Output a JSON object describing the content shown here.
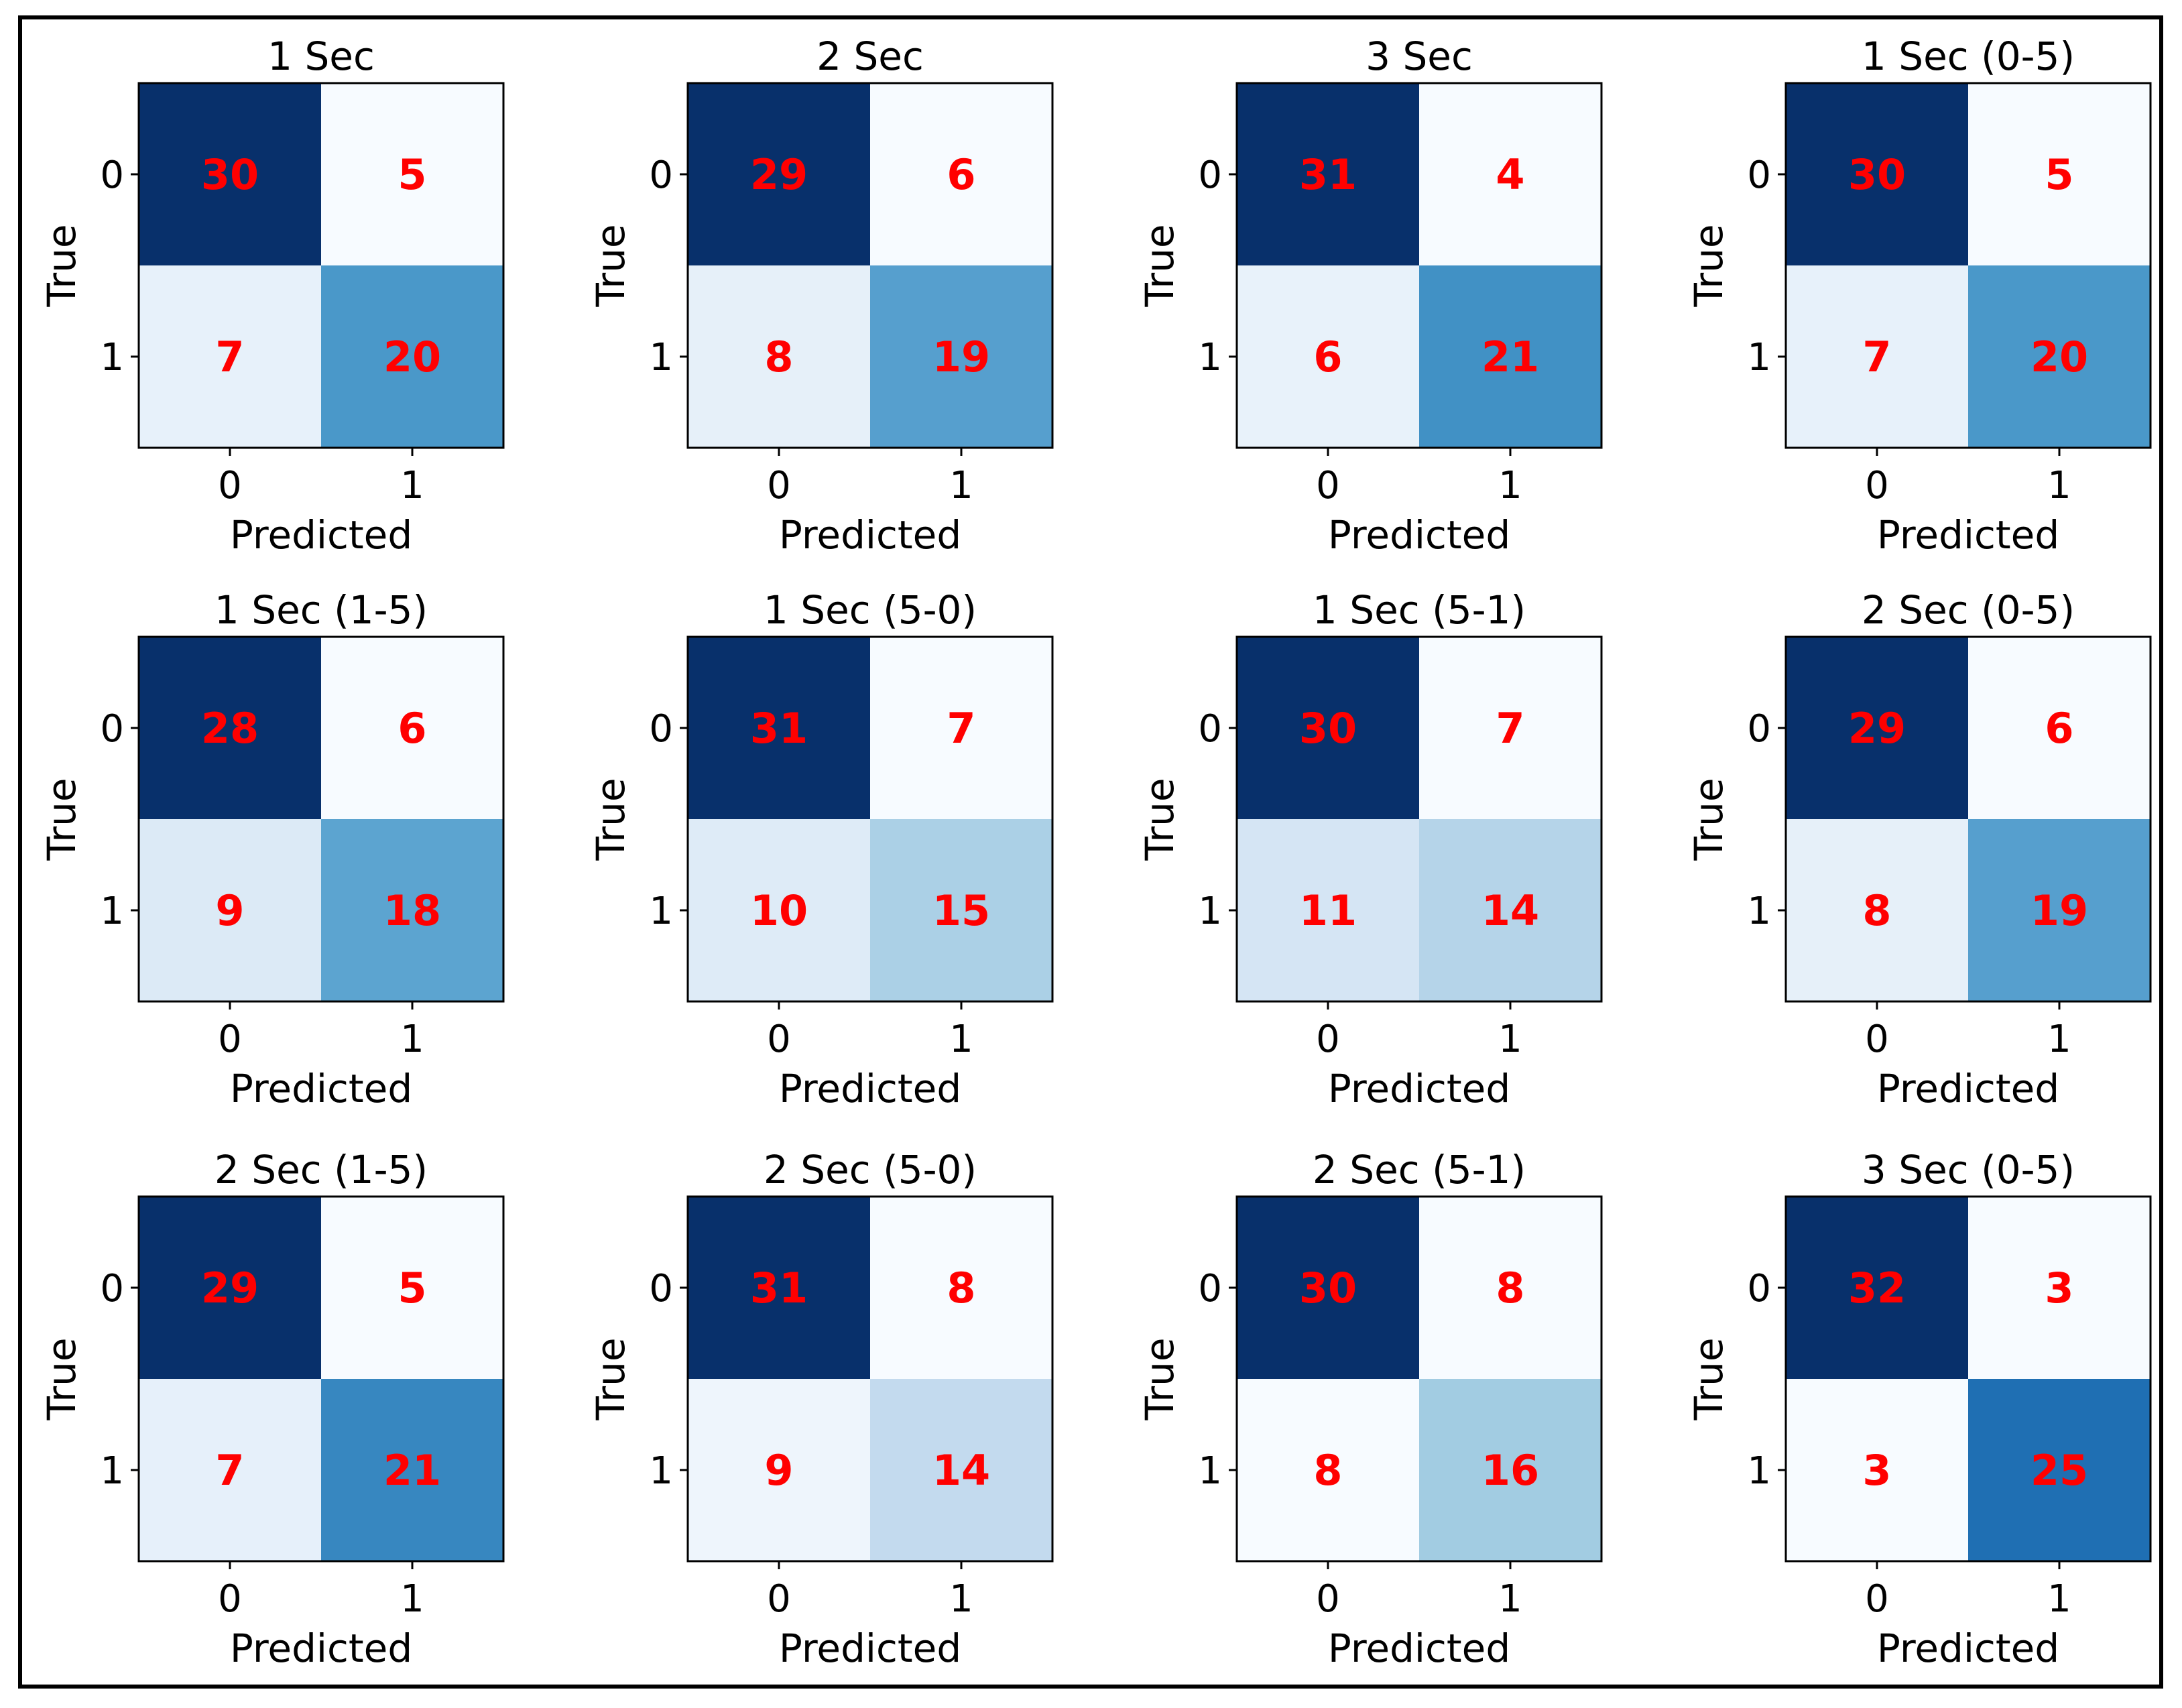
{
  "chart_data": [
    {
      "type": "heatmap",
      "title": "1 Sec",
      "xlabel": "Predicted",
      "ylabel": "True",
      "x_ticks": [
        "0",
        "1"
      ],
      "y_ticks": [
        "0",
        "1"
      ],
      "values": [
        [
          30,
          5
        ],
        [
          7,
          20
        ]
      ]
    },
    {
      "type": "heatmap",
      "title": "2 Sec",
      "xlabel": "Predicted",
      "ylabel": "True",
      "x_ticks": [
        "0",
        "1"
      ],
      "y_ticks": [
        "0",
        "1"
      ],
      "values": [
        [
          29,
          6
        ],
        [
          8,
          19
        ]
      ]
    },
    {
      "type": "heatmap",
      "title": "3 Sec",
      "xlabel": "Predicted",
      "ylabel": "True",
      "x_ticks": [
        "0",
        "1"
      ],
      "y_ticks": [
        "0",
        "1"
      ],
      "values": [
        [
          31,
          4
        ],
        [
          6,
          21
        ]
      ]
    },
    {
      "type": "heatmap",
      "title": "1 Sec (0-5)",
      "xlabel": "Predicted",
      "ylabel": "True",
      "x_ticks": [
        "0",
        "1"
      ],
      "y_ticks": [
        "0",
        "1"
      ],
      "values": [
        [
          30,
          5
        ],
        [
          7,
          20
        ]
      ]
    },
    {
      "type": "heatmap",
      "title": "1 Sec (1-5)",
      "xlabel": "Predicted",
      "ylabel": "True",
      "x_ticks": [
        "0",
        "1"
      ],
      "y_ticks": [
        "0",
        "1"
      ],
      "values": [
        [
          28,
          6
        ],
        [
          9,
          18
        ]
      ]
    },
    {
      "type": "heatmap",
      "title": "1 Sec (5-0)",
      "xlabel": "Predicted",
      "ylabel": "True",
      "x_ticks": [
        "0",
        "1"
      ],
      "y_ticks": [
        "0",
        "1"
      ],
      "values": [
        [
          31,
          7
        ],
        [
          10,
          15
        ]
      ]
    },
    {
      "type": "heatmap",
      "title": "1 Sec (5-1)",
      "xlabel": "Predicted",
      "ylabel": "True",
      "x_ticks": [
        "0",
        "1"
      ],
      "y_ticks": [
        "0",
        "1"
      ],
      "values": [
        [
          30,
          7
        ],
        [
          11,
          14
        ]
      ]
    },
    {
      "type": "heatmap",
      "title": "2 Sec (0-5)",
      "xlabel": "Predicted",
      "ylabel": "True",
      "x_ticks": [
        "0",
        "1"
      ],
      "y_ticks": [
        "0",
        "1"
      ],
      "values": [
        [
          29,
          6
        ],
        [
          8,
          19
        ]
      ]
    },
    {
      "type": "heatmap",
      "title": "2 Sec (1-5)",
      "xlabel": "Predicted",
      "ylabel": "True",
      "x_ticks": [
        "0",
        "1"
      ],
      "y_ticks": [
        "0",
        "1"
      ],
      "values": [
        [
          29,
          5
        ],
        [
          7,
          21
        ]
      ]
    },
    {
      "type": "heatmap",
      "title": "2 Sec (5-0)",
      "xlabel": "Predicted",
      "ylabel": "True",
      "x_ticks": [
        "0",
        "1"
      ],
      "y_ticks": [
        "0",
        "1"
      ],
      "values": [
        [
          31,
          8
        ],
        [
          9,
          14
        ]
      ]
    },
    {
      "type": "heatmap",
      "title": "2 Sec (5-1)",
      "xlabel": "Predicted",
      "ylabel": "True",
      "x_ticks": [
        "0",
        "1"
      ],
      "y_ticks": [
        "0",
        "1"
      ],
      "values": [
        [
          30,
          8
        ],
        [
          8,
          16
        ]
      ]
    },
    {
      "type": "heatmap",
      "title": "3 Sec (0-5)",
      "xlabel": "Predicted",
      "ylabel": "True",
      "x_ticks": [
        "0",
        "1"
      ],
      "y_ticks": [
        "0",
        "1"
      ],
      "values": [
        [
          32,
          3
        ],
        [
          3,
          25
        ]
      ]
    }
  ],
  "colors": {
    "colormap": "Blues",
    "cell_text": "#ff0000",
    "axis_text": "#000000",
    "frame": "#000000",
    "background": "#ffffff"
  }
}
